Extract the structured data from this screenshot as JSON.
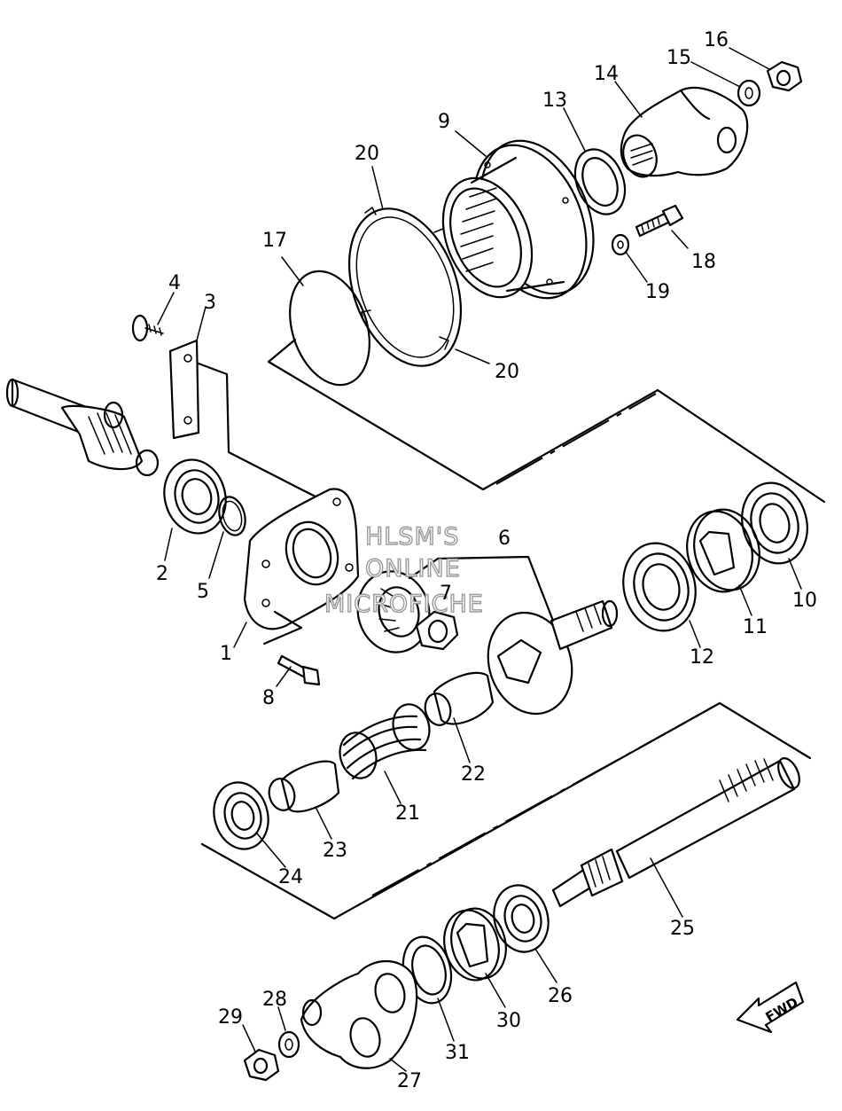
{
  "watermark": {
    "line1": "HLSM'S",
    "line2": "ONLINE",
    "line3": "MICROFICHE"
  },
  "direction_indicator": "FWD",
  "parts": [
    {
      "id": "p1",
      "number": "1"
    },
    {
      "id": "p2",
      "number": "2"
    },
    {
      "id": "p3",
      "number": "3"
    },
    {
      "id": "p4",
      "number": "4"
    },
    {
      "id": "p5",
      "number": "5"
    },
    {
      "id": "p6",
      "number": "6"
    },
    {
      "id": "p7",
      "number": "7"
    },
    {
      "id": "p8",
      "number": "8"
    },
    {
      "id": "p9",
      "number": "9"
    },
    {
      "id": "p10",
      "number": "10"
    },
    {
      "id": "p11",
      "number": "11"
    },
    {
      "id": "p12",
      "number": "12"
    },
    {
      "id": "p13",
      "number": "13"
    },
    {
      "id": "p14",
      "number": "14"
    },
    {
      "id": "p15",
      "number": "15"
    },
    {
      "id": "p16",
      "number": "16"
    },
    {
      "id": "p17",
      "number": "17"
    },
    {
      "id": "p18",
      "number": "18"
    },
    {
      "id": "p19",
      "number": "19"
    },
    {
      "id": "p20a",
      "number": "20"
    },
    {
      "id": "p20b",
      "number": "20"
    },
    {
      "id": "p21",
      "number": "21"
    },
    {
      "id": "p22",
      "number": "22"
    },
    {
      "id": "p23",
      "number": "23"
    },
    {
      "id": "p24",
      "number": "24"
    },
    {
      "id": "p25",
      "number": "25"
    },
    {
      "id": "p26",
      "number": "26"
    },
    {
      "id": "p27",
      "number": "27"
    },
    {
      "id": "p28",
      "number": "28"
    },
    {
      "id": "p29",
      "number": "29"
    },
    {
      "id": "p30",
      "number": "30"
    },
    {
      "id": "p31",
      "number": "31"
    }
  ]
}
